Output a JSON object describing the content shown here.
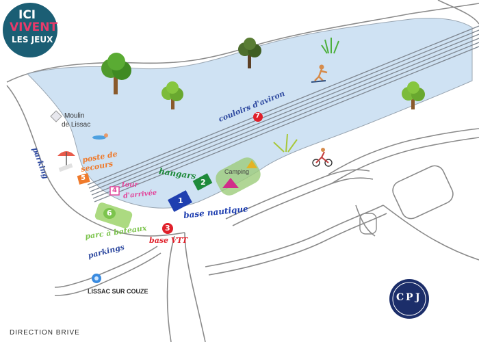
{
  "logo": {
    "line1": "ICI",
    "line2": "VIVENT",
    "line3": "LES JEUX",
    "bg": "#1b5e74",
    "accent": "#e83a6a"
  },
  "places": {
    "moulin_line1": "Moulin",
    "moulin_line2": "de Lissac",
    "camping": "Camping",
    "lissac": "LISSAC SUR COUZE",
    "direction": "DIRECTION BRIVE"
  },
  "zones": [
    {
      "num": "1",
      "label": "base nautique",
      "color": "#1f3fb0"
    },
    {
      "num": "2",
      "label": "hangars",
      "color": "#1e8a3a"
    },
    {
      "num": "3",
      "label": "base VTT",
      "color": "#e0202a"
    },
    {
      "num": "4",
      "label_line1": "tour",
      "label_line2": "d'arrivée",
      "color": "#e2479b"
    },
    {
      "num": "5",
      "label_line1": "poste de",
      "label_line2": "secours",
      "color": "#ef7a2b"
    },
    {
      "num": "6",
      "label": "parc à bateaux",
      "color": "#7cc44d"
    },
    {
      "num": "7",
      "label": "couloirs d'aviron",
      "color": "#e0202a"
    }
  ],
  "parkings": {
    "left": "parking",
    "bottom": "parkings"
  },
  "badge": {
    "letters": [
      "C",
      "P",
      "J"
    ],
    "bg": "#1c2e6a"
  },
  "colors": {
    "lake": "#cfe2f3",
    "road": "#777777",
    "track": "#8a8a8a",
    "rowing_text": "#2f4aa0"
  },
  "icons": [
    "tree-icon",
    "swimmer-icon",
    "water-skier-icon",
    "cyclist-icon",
    "tent-icon",
    "beach-umbrella-icon",
    "map-pin-icon",
    "grass-icon"
  ]
}
